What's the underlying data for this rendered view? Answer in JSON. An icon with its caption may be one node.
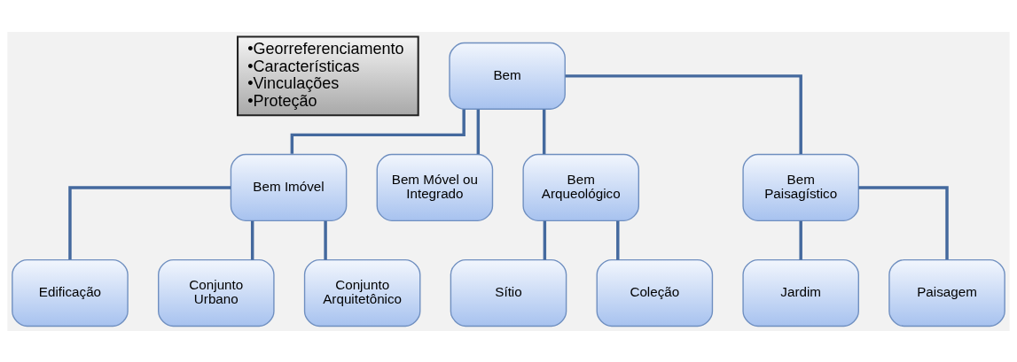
{
  "diagram": {
    "nodes": [
      {
        "text": [
          "•Georreferenciamento",
          "•Características",
          "•Vinculações",
          "•Proteção"
        ]
      },
      {
        "text": [
          "Bem"
        ]
      },
      {
        "text": [
          "Bem Imóvel"
        ]
      },
      {
        "text": [
          "Bem Móvel ou Integrado"
        ]
      },
      {
        "text": [
          "Bem Arqueológico"
        ]
      },
      {
        "text": [
          "Bem Paisagístico"
        ]
      },
      {
        "text": [
          "Edificação"
        ]
      },
      {
        "text": [
          "Conjunto Urbano"
        ]
      },
      {
        "text": [
          "Conjunto Arquitetônico"
        ]
      },
      {
        "text": [
          "Sítio"
        ]
      },
      {
        "text": [
          "Coleção"
        ]
      },
      {
        "text": [
          "Jardim"
        ]
      },
      {
        "text": [
          "Paisagem"
        ]
      }
    ],
    "edges": [
      {
        "from": 1,
        "to": 2,
        "arrow": "none"
      },
      {
        "from": 1,
        "to": 3,
        "arrow": "none"
      },
      {
        "from": 1,
        "to": 4,
        "arrow": "none"
      },
      {
        "from": 1,
        "to": 5,
        "arrow": "none"
      },
      {
        "from": 2,
        "to": 6,
        "arrow": "none"
      },
      {
        "from": 2,
        "to": 7,
        "arrow": "none"
      },
      {
        "from": 2,
        "to": 8,
        "arrow": "none"
      },
      {
        "from": 4,
        "to": 9,
        "arrow": "none"
      },
      {
        "from": 4,
        "to": 10,
        "arrow": "none"
      },
      {
        "from": 5,
        "to": 11,
        "arrow": "none"
      },
      {
        "from": 5,
        "to": 12,
        "arrow": "none"
      }
    ]
  }
}
